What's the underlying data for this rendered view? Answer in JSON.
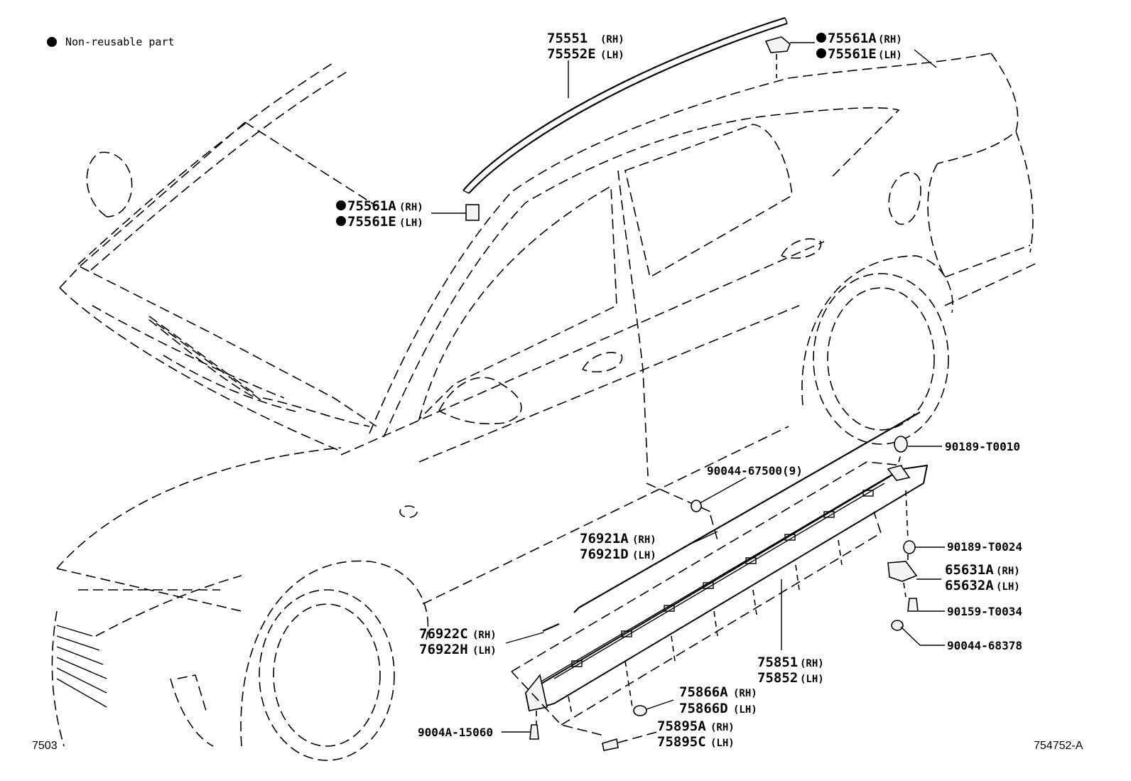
{
  "legend": {
    "marker": "●",
    "text": "Non-reusable part"
  },
  "callouts": {
    "roof_molding_rh": "75551",
    "roof_molding_lh": "75552E",
    "clip_top_rh": "75561A",
    "clip_top_lh": "75561E",
    "clip_mid_rh": "75561A",
    "clip_mid_lh": "75561E",
    "bolt_90189_t0010": "90189-T0010",
    "bolt_90189_t0024": "90189-T0024",
    "nut_90044_67500": "90044-67500(9)",
    "molding_76921a": "76921A",
    "molding_76921d": "76921D",
    "bracket_65631a": "65631A",
    "bracket_65632a": "65632A",
    "screw_90159_t0034": "90159-T0034",
    "clip_90044_68378": "90044-68378",
    "protector_76922c": "76922C",
    "protector_76922h": "76922H",
    "rocker_75851": "75851",
    "rocker_75852": "75852",
    "clip_75866a": "75866A",
    "clip_75866d": "75866D",
    "bolt_9004a_15060": "9004A-15060",
    "pad_75895a": "75895A",
    "pad_75895c": "75895C"
  },
  "side": {
    "rh": "(RH)",
    "lh": "(LH)"
  },
  "footer": {
    "page_code": "7503",
    "figure_id": "754752-A"
  }
}
